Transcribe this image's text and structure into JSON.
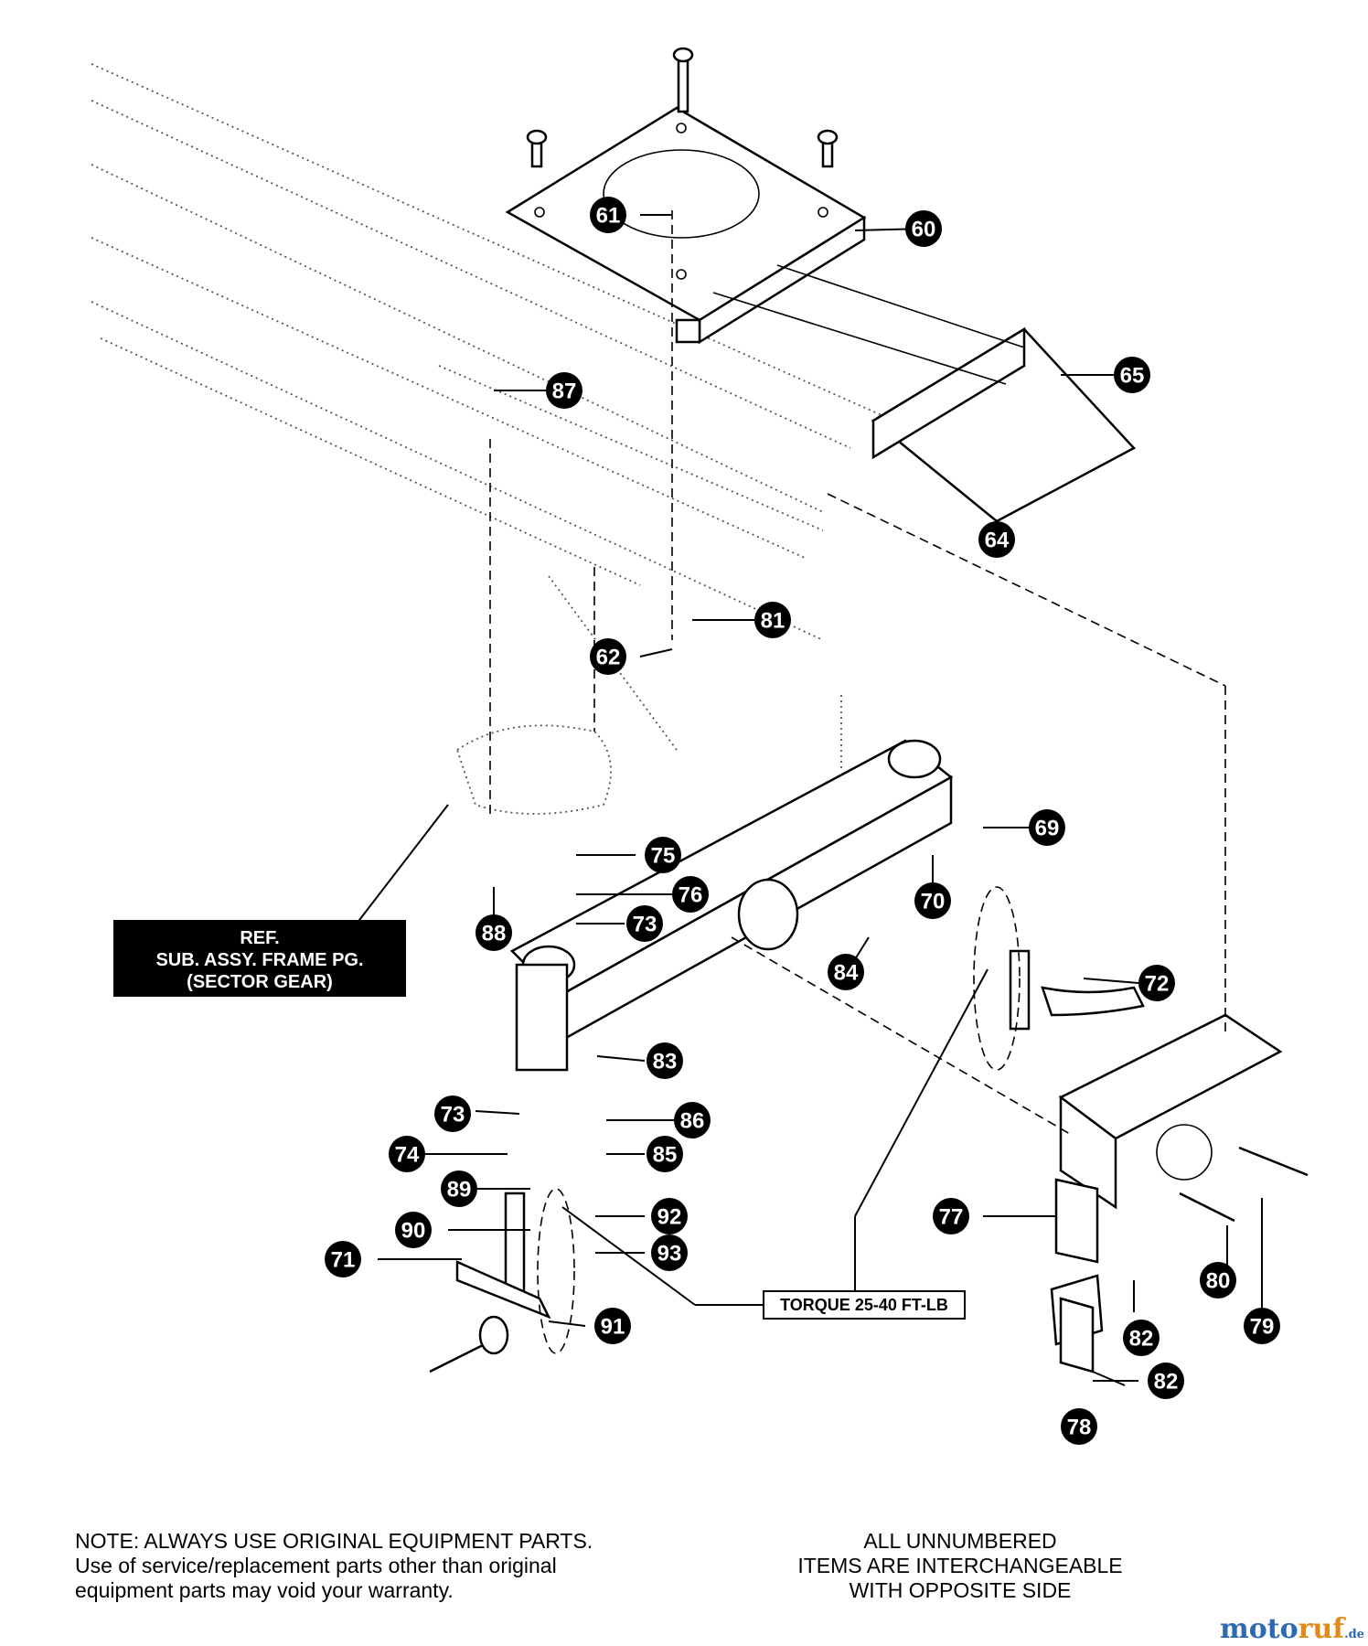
{
  "callouts": [
    {
      "label": "60"
    },
    {
      "label": "61"
    },
    {
      "label": "62"
    },
    {
      "label": "64"
    },
    {
      "label": "65"
    },
    {
      "label": "69"
    },
    {
      "label": "70"
    },
    {
      "label": "71"
    },
    {
      "label": "72"
    },
    {
      "label": "73"
    },
    {
      "label": "73"
    },
    {
      "label": "74"
    },
    {
      "label": "75"
    },
    {
      "label": "76"
    },
    {
      "label": "77"
    },
    {
      "label": "78"
    },
    {
      "label": "79"
    },
    {
      "label": "80"
    },
    {
      "label": "81"
    },
    {
      "label": "82"
    },
    {
      "label": "82"
    },
    {
      "label": "83"
    },
    {
      "label": "84"
    },
    {
      "label": "85"
    },
    {
      "label": "86"
    },
    {
      "label": "87"
    },
    {
      "label": "88"
    },
    {
      "label": "89"
    },
    {
      "label": "90"
    },
    {
      "label": "91"
    },
    {
      "label": "92"
    },
    {
      "label": "93"
    }
  ],
  "ref_box": {
    "line1": "REF.",
    "line2": "SUB. ASSY. FRAME PG.",
    "line3": "(SECTOR GEAR)"
  },
  "torque_box": {
    "label": "TORQUE 25-40 FT-LB"
  },
  "note_left": {
    "line1": "NOTE: ALWAYS USE ORIGINAL EQUIPMENT PARTS.",
    "line2": "Use of service/replacement parts other than original",
    "line3": "equipment parts may void your warranty."
  },
  "note_right": {
    "line1": "ALL UNNUMBERED",
    "line2": "ITEMS ARE INTERCHANGEABLE",
    "line3": "WITH OPPOSITE SIDE"
  },
  "watermark": {
    "part1": "moto",
    "part2": "ruf",
    "part3": ".de"
  }
}
